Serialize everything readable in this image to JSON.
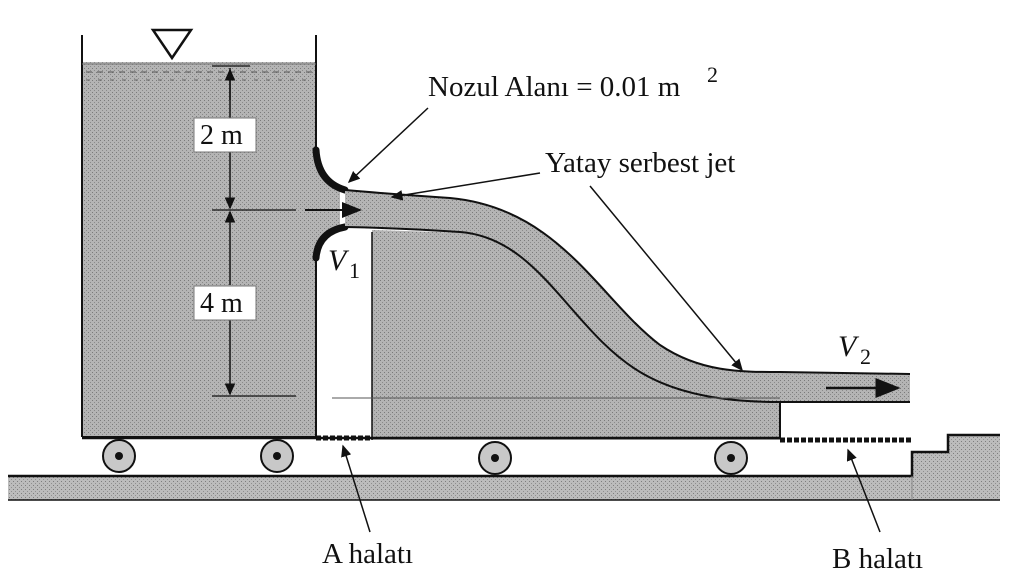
{
  "labels": {
    "nozzle_area": "Nozul Alanı = 0.01 m",
    "nozzle_area_sup": "2",
    "free_jet": "Yatay serbest jet",
    "depth_top": "2 m",
    "depth_bottom": "4 m",
    "velocity1": "V",
    "velocity1_sub": "1",
    "velocity2": "V",
    "velocity2_sub": "2",
    "cable_a": "A halatı",
    "cable_b": "B halatı"
  },
  "colors": {
    "water_fill": "#a8a8a8",
    "ink": "#111111",
    "ground_fill": "#b0b0b0"
  }
}
